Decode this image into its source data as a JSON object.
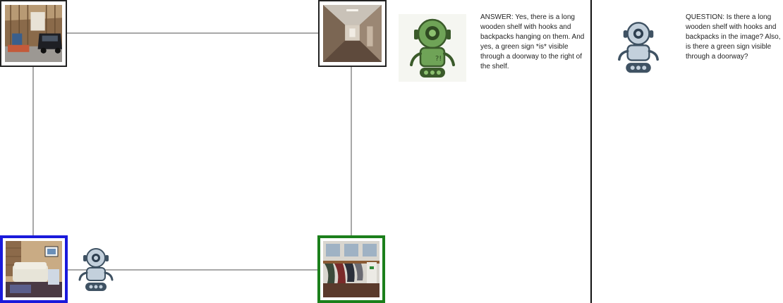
{
  "graph": {
    "nodes": [
      {
        "id": "garage",
        "scene": "garage with parked car",
        "highlight": "none"
      },
      {
        "id": "hallway",
        "scene": "long indoor hallway",
        "highlight": "none"
      },
      {
        "id": "living-room",
        "scene": "living room with sofa",
        "highlight": "blue"
      },
      {
        "id": "mudroom",
        "scene": "room with coat hooks and backpacks",
        "highlight": "green"
      }
    ],
    "agent_icon": "robot-icon",
    "colors": {
      "edge": "#8c8c8c",
      "blue": "#1a1adb",
      "green": "#1b7f1b"
    }
  },
  "answer": {
    "icon": "green-robot-icon",
    "text": "ANSWER: Yes, there is a long wooden shelf with hooks and backpacks hanging on them. And yes, a green sign *is* visible through a doorway to the right of the shelf."
  },
  "question": {
    "icon": "robot-icon",
    "text": "QUESTION: Is there a long wooden shelf with hooks and backpacks in the image? Also, is there a green sign visible through a doorway?"
  }
}
